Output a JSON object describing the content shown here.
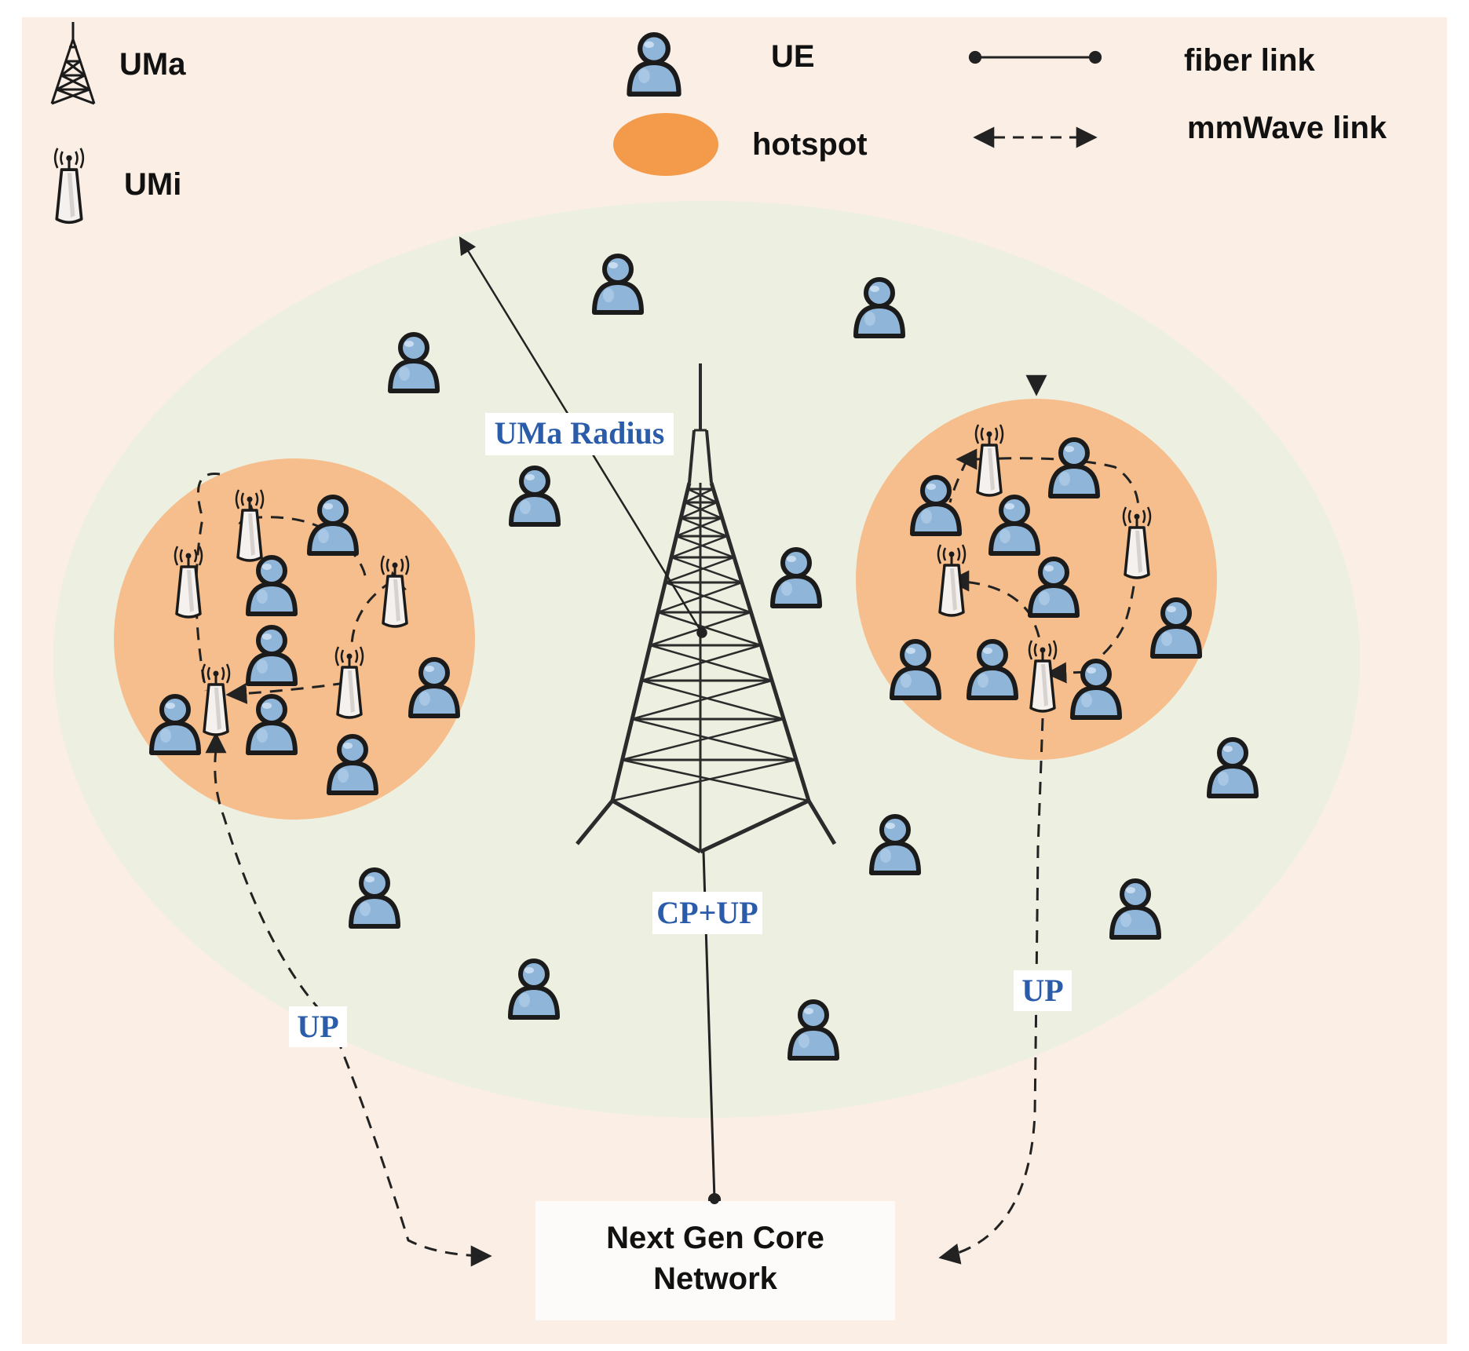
{
  "legend": {
    "uma_label": "UMa",
    "umi_label": "UMi",
    "ue_label": "UE",
    "hotspot_label": "hotspot",
    "fiber_label": "fiber link",
    "mmwave_label": "mmWave link"
  },
  "labels": {
    "uma_radius": "UMa Radius",
    "cp_up": "CP+UP",
    "up_left": "UP",
    "up_right": "UP"
  },
  "core": {
    "line1": "Next Gen Core",
    "line2": "Network"
  },
  "colors": {
    "background": "#fbeee4",
    "macro_cell": "#edf0e0",
    "hotspot_legend": "#f39a4b",
    "hotspot": "#f5be8c",
    "ue_fill": "#8fb5d9",
    "label_blue": "#2a5caa",
    "line": "#222222"
  },
  "icons": {
    "macro_tower": "lattice-tower-icon",
    "small_cell": "small-cell-antenna-icon",
    "user": "user-equipment-icon"
  }
}
